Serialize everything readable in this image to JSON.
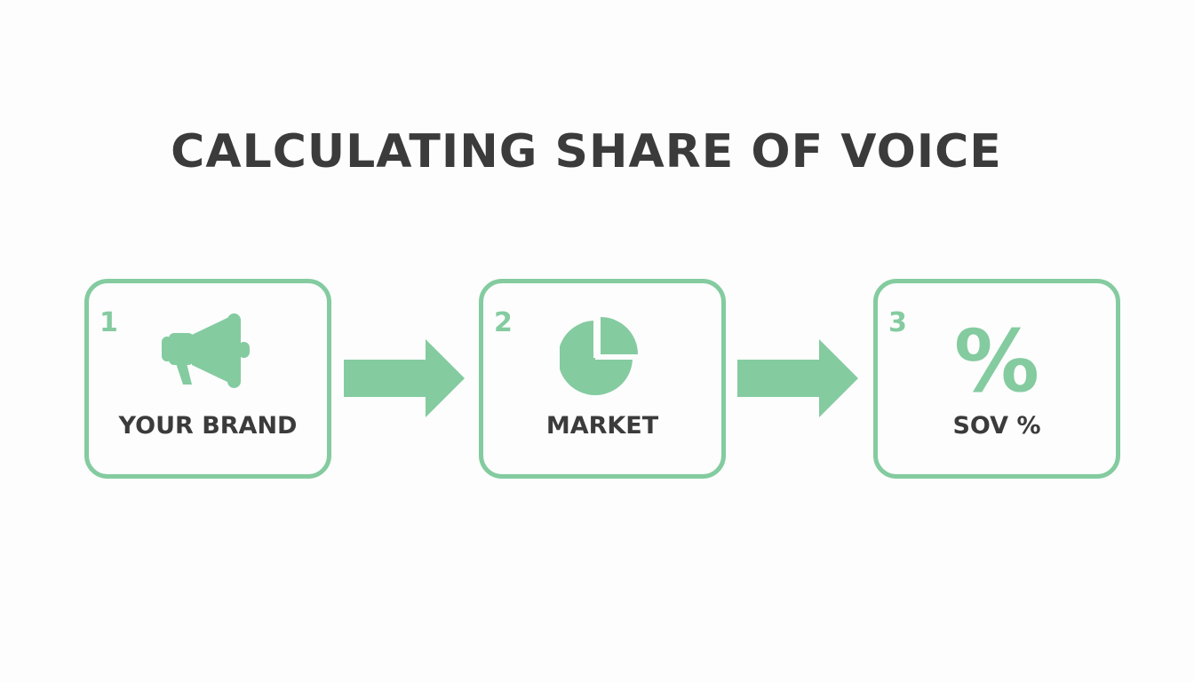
{
  "title": "CALCULATING SHARE OF VOICE",
  "accent_color": "#84cba0",
  "text_color": "#3b3b3b",
  "steps": [
    {
      "number": "1",
      "icon": "megaphone-icon",
      "label": "YOUR BRAND"
    },
    {
      "number": "2",
      "icon": "pie-chart-icon",
      "label": "MARKET"
    },
    {
      "number": "3",
      "icon": "percent-icon",
      "symbol": "%",
      "label": "SOV %"
    }
  ],
  "connectors": [
    {
      "from": "1",
      "to": "2",
      "icon": "arrow-right-icon"
    },
    {
      "from": "2",
      "to": "3",
      "icon": "arrow-right-icon"
    }
  ]
}
